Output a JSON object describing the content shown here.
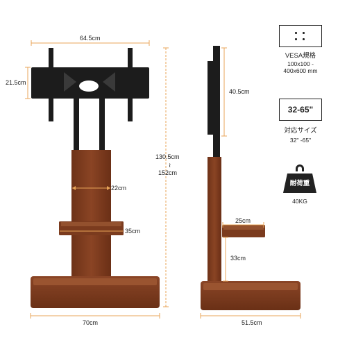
{
  "dimensions": {
    "front_width_top": "64.5cm",
    "front_height_top": "21.5cm",
    "total_height_min": "130.5cm",
    "total_height_sep": "≀",
    "total_height_max": "152cm",
    "column_width": "22cm",
    "shelf_width": "35cm",
    "base_width": "70cm",
    "side_bracket_height": "40.5cm",
    "side_shelf_depth": "25cm",
    "side_shelf_height": "33cm",
    "side_base_depth": "51.5cm"
  },
  "specs": {
    "vesa_title": "VESA規格",
    "vesa_line1": "100x100 -",
    "vesa_line2": "400x600 mm",
    "size_box": "32-65\"",
    "size_title": "対応サイズ",
    "size_range": "32\" -65\"",
    "load_weight_label": "耐荷重",
    "load_value": "40KG"
  },
  "colors": {
    "wood": "#7a3a1f",
    "wood_dark": "#5a2a14",
    "bracket": "#1c1c1c",
    "dimension_line": "#e8a458"
  },
  "icons": {
    "vesa": "vesa-pattern-icon",
    "weight": "kettlebell-weight-icon"
  }
}
